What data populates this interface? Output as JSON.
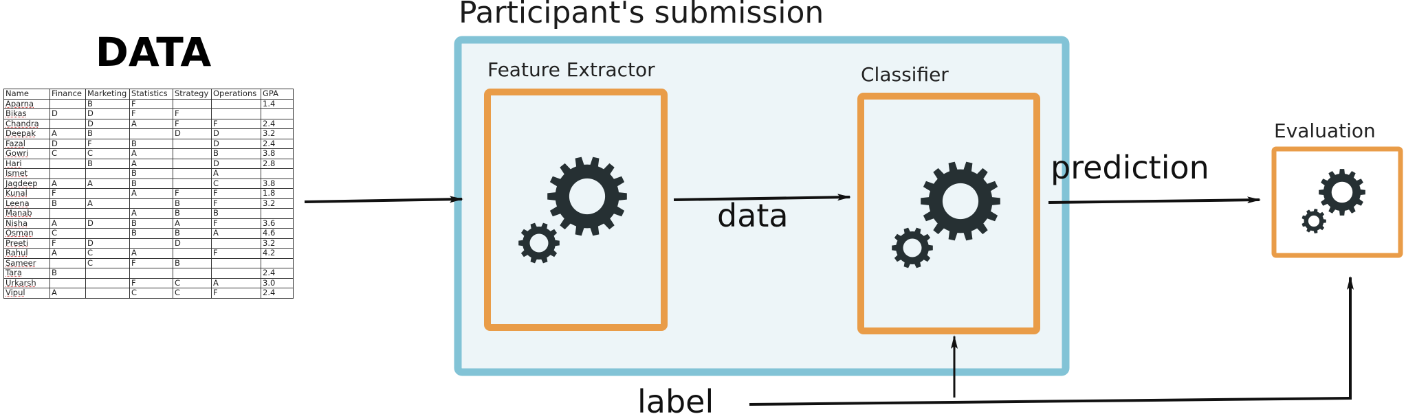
{
  "data_title": "DATA",
  "submission_title": "Participant's submission",
  "feature_extractor_label": "Feature Extractor",
  "classifier_label": "Classifier",
  "evaluation_label": "Evaluation",
  "data_arrow_label": "data",
  "prediction_label": "prediction",
  "label_text": "label",
  "colors": {
    "submission_border": "#82c3d6",
    "submission_fill": "#edf5f8",
    "module_border": "#e99c48",
    "gear": "#263033",
    "arrow": "#111111"
  },
  "icons": [
    "gear-icon",
    "arrow-icon"
  ],
  "table": {
    "headers": [
      "Name",
      "Finance",
      "Marketing",
      "Statistics",
      "Strategy",
      "Operations",
      "GPA"
    ],
    "rows": [
      [
        "Aparna",
        "",
        "B",
        "F",
        "",
        "",
        "1.4"
      ],
      [
        "Bikas",
        "D",
        "D",
        "F",
        "F",
        "",
        ""
      ],
      [
        "Chandra",
        "",
        "D",
        "A",
        "F",
        "F",
        "2.4"
      ],
      [
        "Deepak",
        "A",
        "B",
        "",
        "D",
        "D",
        "3.2"
      ],
      [
        "Fazal",
        "D",
        "F",
        "B",
        "",
        "D",
        "2.4"
      ],
      [
        "Gowri",
        "C",
        "C",
        "A",
        "",
        "B",
        "3.8"
      ],
      [
        "Hari",
        "",
        "B",
        "A",
        "",
        "D",
        "2.8"
      ],
      [
        "Ismet",
        "",
        "",
        "B",
        "",
        "A",
        ""
      ],
      [
        "Jagdeep",
        "A",
        "A",
        "B",
        "",
        "C",
        "3.8"
      ],
      [
        "Kunal",
        "F",
        "",
        "A",
        "F",
        "F",
        "1.8"
      ],
      [
        "Leena",
        "B",
        "A",
        "",
        "B",
        "F",
        "3.2"
      ],
      [
        "Manab",
        "",
        "",
        "A",
        "B",
        "B",
        ""
      ],
      [
        "Nisha",
        "A",
        "D",
        "B",
        "A",
        "F",
        "3.6"
      ],
      [
        "Osman",
        "C",
        "",
        "B",
        "B",
        "A",
        "4.6"
      ],
      [
        "Preeti",
        "F",
        "D",
        "",
        "D",
        "",
        "3.2"
      ],
      [
        "Rahul",
        "A",
        "C",
        "A",
        "",
        "F",
        "4.2"
      ],
      [
        "Sameer",
        "",
        "C",
        "F",
        "B",
        "",
        ""
      ],
      [
        "Tara",
        "B",
        "",
        "",
        "",
        "",
        "2.4"
      ],
      [
        "Urkarsh",
        "",
        "",
        "F",
        "C",
        "A",
        "3.0"
      ],
      [
        "Vipul",
        "A",
        "",
        "C",
        "C",
        "F",
        "2.4"
      ]
    ]
  }
}
